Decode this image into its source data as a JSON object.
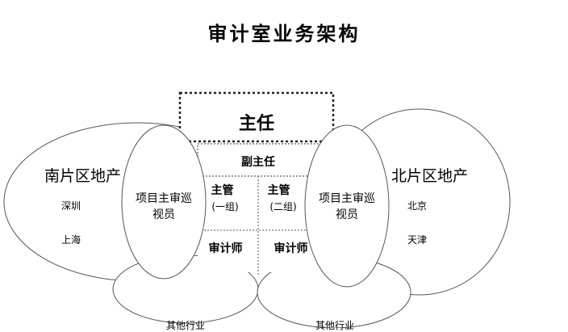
{
  "title": "审计室业务架构",
  "director": "主任",
  "deputy_director": "副主任",
  "supervisors": [
    {
      "label": "主管",
      "group": "(一组)"
    },
    {
      "label": "主管",
      "group": "(二组)"
    }
  ],
  "auditors": [
    "审计师",
    "审计师"
  ],
  "south_region": {
    "name": "南片区地产",
    "cities": [
      "深圳",
      "上海"
    ]
  },
  "north_region": {
    "name": "北片区地产",
    "cities": [
      "北京",
      "天津"
    ]
  },
  "inspectors": [
    "项目主审巡视员",
    "项目主审巡视员"
  ],
  "other_industries": [
    "其他行业",
    "其他行业"
  ]
}
